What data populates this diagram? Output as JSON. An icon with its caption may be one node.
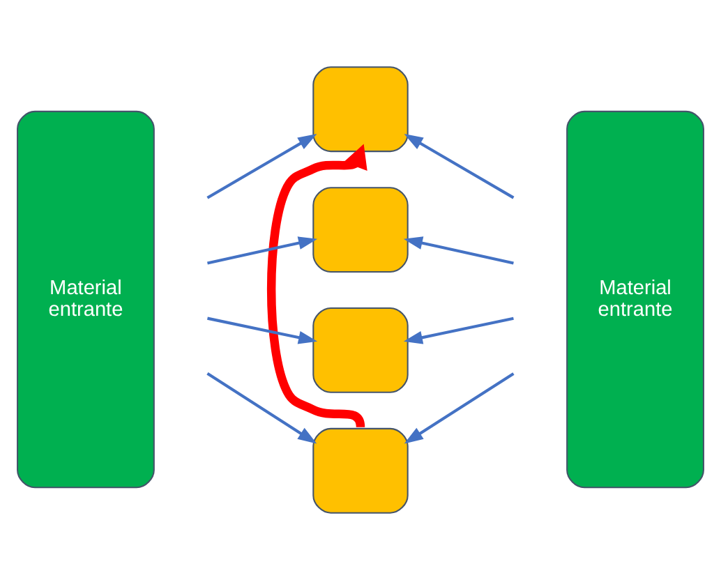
{
  "diagram": {
    "nodes": [
      {
        "text": [
          "Material entrante"
        ]
      },
      {
        "text": [
          "Material entrante"
        ]
      },
      {
        "text": [],
        "shape": "box"
      },
      {
        "text": [],
        "shape": "box"
      },
      {
        "text": [],
        "shape": "box"
      },
      {
        "text": [],
        "shape": "box"
      }
    ],
    "edges": [
      {
        "from": null,
        "to": 2,
        "arrow": "to"
      },
      {
        "from": null,
        "to": 3,
        "arrow": "to"
      },
      {
        "from": null,
        "to": 4,
        "arrow": "to"
      },
      {
        "from": null,
        "to": 5,
        "arrow": "to"
      },
      {
        "from": null,
        "to": 2,
        "arrow": "to"
      },
      {
        "from": null,
        "to": 3,
        "arrow": "to"
      },
      {
        "from": null,
        "to": 4,
        "arrow": "to"
      },
      {
        "from": null,
        "to": 5,
        "arrow": "to"
      },
      {
        "from": 5,
        "to": 2,
        "arrow": "to",
        "style": "thick",
        "color": "#ff0000"
      }
    ]
  }
}
